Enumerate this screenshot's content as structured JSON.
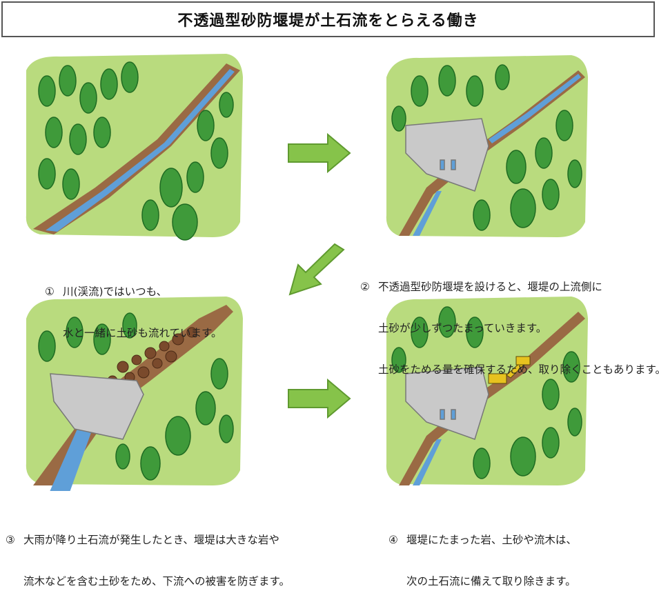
{
  "title": "不透過型砂防堰堤が土石流をとらえる働き",
  "steps": [
    {
      "num": "①",
      "lines": [
        "川(渓流)ではいつも、",
        "水と一緒に土砂も流れています。"
      ]
    },
    {
      "num": "②",
      "lines": [
        "不透過型砂防堰堤を設けると、堰堤の上流側に",
        "土砂が少しずつたまっていきます。",
        "土砂をためる量を確保するため、取り除くこともあります。"
      ]
    },
    {
      "num": "③",
      "lines": [
        "大雨が降り土石流が発生したとき、堰堤は大きな岩や",
        "流木などを含む土砂をため、下流への被害を防ぎます。"
      ]
    },
    {
      "num": "④",
      "lines": [
        "堰堤にたまった岩、土砂や流木は、",
        "次の土石流に備えて取り除きます。"
      ]
    }
  ],
  "colors": {
    "grass": "#b9db7e",
    "tree": "#3f9a3a",
    "tree_dark": "#1f6b22",
    "water": "#5f9fd8",
    "soil": "#9a6a44",
    "dam": "#c9c9c9",
    "arrow": "#86c34a"
  }
}
